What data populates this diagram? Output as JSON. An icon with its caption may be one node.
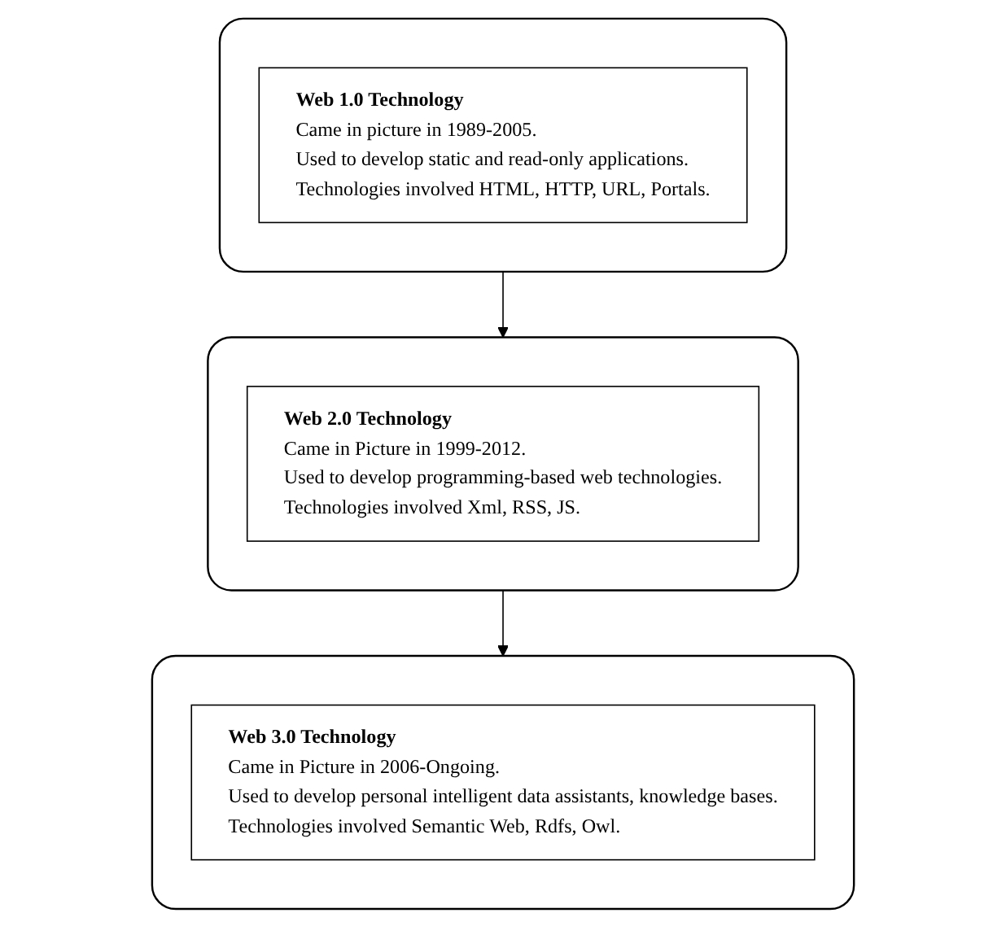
{
  "diagram": {
    "nodes": [
      {
        "text": [],
        "shape": "box"
      },
      {
        "text": [
          "Web 1.0 Technology",
          "Came in picture in 1989-2005.",
          "Used to develop static and read-only applications.",
          "Technologies involved HTML, HTTP, URL, Portals."
        ],
        "in": 0
      },
      {
        "text": [],
        "shape": "box"
      },
      {
        "text": [
          "Web 2.0 Technology",
          "Came in Picture in 1999-2012.",
          "Used to develop programming-based web technologies.",
          "Technologies involved Xml, RSS, JS."
        ],
        "in": 2
      },
      {
        "text": [],
        "shape": "box"
      },
      {
        "text": [
          "Web 3.0 Technology",
          "Came in Picture in 2006-Ongoing.",
          "Used to develop personal intelligent data assistants, knowledge bases.",
          "Technologies involved Semantic Web, Rdfs, Owl."
        ],
        "in": 4
      }
    ],
    "edges": [
      {
        "from": 0,
        "to": 2,
        "arrow": "to"
      },
      {
        "from": 2,
        "to": 4,
        "arrow": "to"
      }
    ]
  }
}
